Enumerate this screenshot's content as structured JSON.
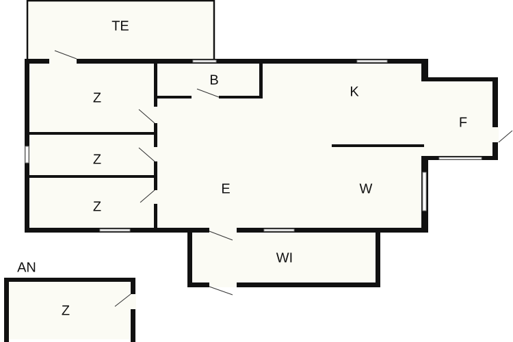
{
  "rooms": {
    "te": "TE",
    "b": "B",
    "k": "K",
    "f": "F",
    "z1": "Z",
    "z2": "Z",
    "z3": "Z",
    "e": "E",
    "w": "W",
    "wi": "WI",
    "an": "AN",
    "z_an": "Z"
  },
  "colors": {
    "wall": "#111111",
    "floor": "#fbfbf4",
    "background": "#ffffff"
  }
}
